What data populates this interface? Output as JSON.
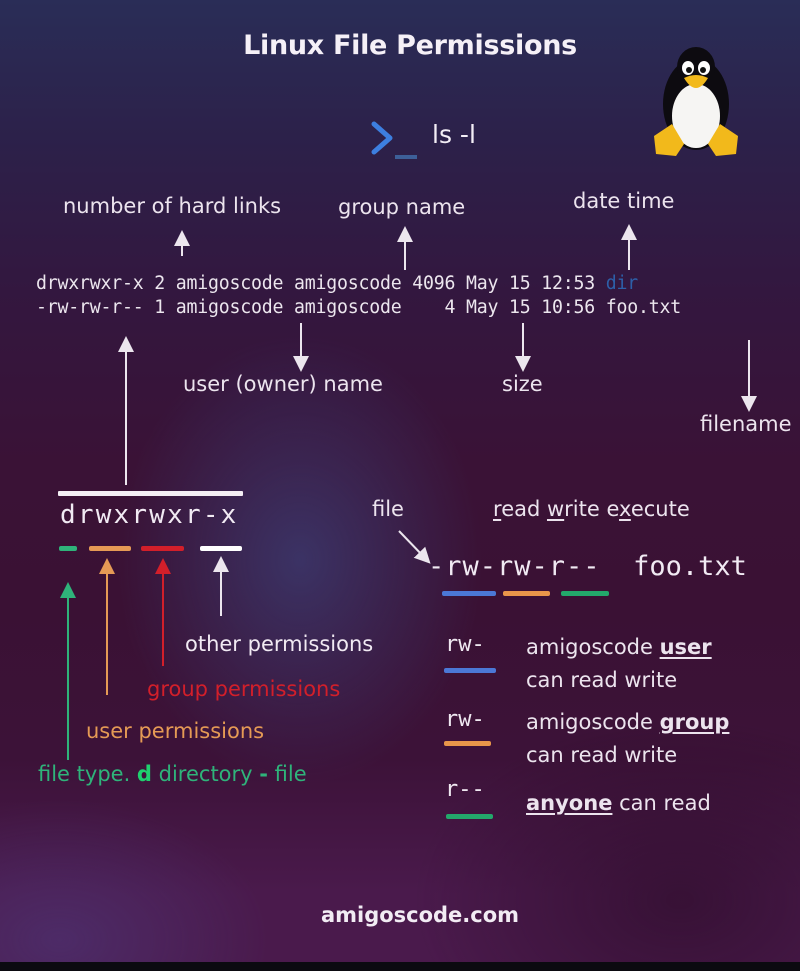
{
  "title": "Linux File Permissions",
  "command": {
    "prompt_icon": "terminal-prompt-icon",
    "text": "ls -l"
  },
  "logo": "tux-penguin-icon",
  "top_labels": {
    "hard_links": "number of hard links",
    "group_name": "group name",
    "date_time": "date time"
  },
  "listing": {
    "rows": [
      {
        "permissions": "drwxrwxr-x",
        "links": "2",
        "user": "amigoscode",
        "group": "amigoscode",
        "size": "4096",
        "date": "May 15 12:53",
        "name": "dir"
      },
      {
        "permissions": "-rw-rw-r--",
        "links": "1",
        "user": "amigoscode",
        "group": "amigoscode",
        "size": "   4",
        "date": "May 15 10:56",
        "name": "foo.txt"
      }
    ]
  },
  "bottom_labels": {
    "user_name": "user (owner) name",
    "size": "size",
    "filename": "filename"
  },
  "breakdown": {
    "permission_string": "drwxrwxr-x",
    "labels": {
      "other": "other permissions",
      "group": "group permissions",
      "user": "user permissions",
      "file_type_prefix": "file type. ",
      "file_type_d": "d",
      "file_type_dir": " directory ",
      "file_type_dash": "-",
      "file_type_file": " file"
    },
    "colors": {
      "file_type": "#2fb37a",
      "user": "#e59a55",
      "group": "#d21f2a",
      "other": "#ffffff"
    }
  },
  "example": {
    "file_label": "file",
    "rwx_legend": {
      "r": "r",
      "ead": "ead ",
      "w": "w",
      "rite": "rite ",
      "e": "e",
      "x": "x",
      "ecute": "ecute"
    },
    "permission_string": "-rw-rw-r--",
    "filename": "foo.txt",
    "colors": {
      "user": "#4b78d6",
      "group": "#e8964a",
      "other": "#23a86b"
    },
    "legend": [
      {
        "code": "rw-",
        "line1_prefix": "amigoscode ",
        "line1_bold": "user",
        "line2": "can read write",
        "color": "#4b78d6"
      },
      {
        "code": "rw-",
        "line1_prefix": "amigoscode ",
        "line1_bold": "group",
        "line2": "can read write",
        "color": "#e8964a"
      },
      {
        "code": "r--",
        "line1_bold": "anyone",
        "line1_suffix": " can read",
        "color": "#23a86b"
      }
    ]
  },
  "footer": "amigoscode.com"
}
